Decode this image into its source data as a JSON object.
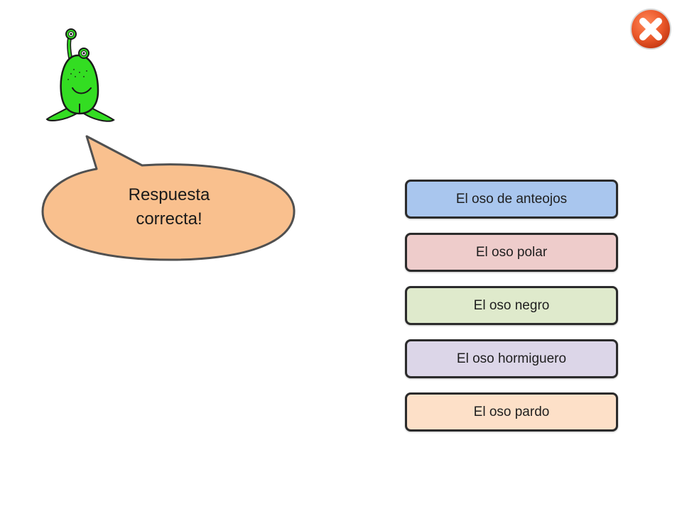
{
  "close_button": {
    "icon": "close-x-icon",
    "color": "#e8542a"
  },
  "character": {
    "icon": "green-alien-icon",
    "color": "#33dd22"
  },
  "feedback": {
    "line1": "Respuesta",
    "line2": "correcta!",
    "bubble_color": "#f9c08e"
  },
  "answers": [
    {
      "label": "El oso de anteojos",
      "color": "#a9c6ee"
    },
    {
      "label": "El oso polar",
      "color": "#eecccb"
    },
    {
      "label": "El oso negro",
      "color": "#dfeacc"
    },
    {
      "label": "El oso hormiguero",
      "color": "#dcd6e8"
    },
    {
      "label": "El oso pardo",
      "color": "#fde0c8"
    }
  ]
}
